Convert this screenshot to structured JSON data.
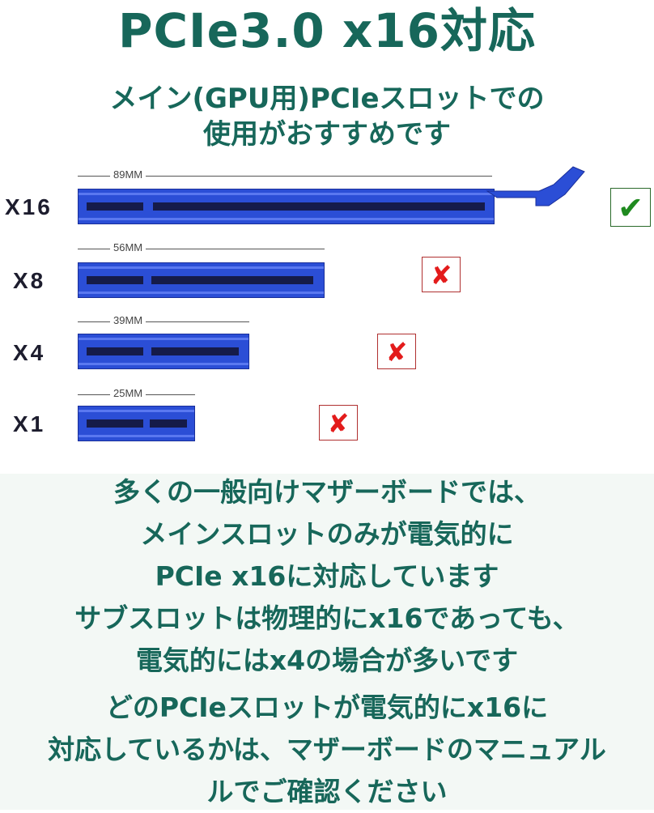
{
  "title": "PCIe3.0 x16対応",
  "subtitle": [
    "メイン(GPU用)PCIeスロットでの",
    "使用がおすすめです"
  ],
  "slots": [
    {
      "label": "X16",
      "length": "89MM",
      "status": "check-icon",
      "supported": true
    },
    {
      "label": "X8",
      "length": "56MM",
      "status": "x-icon",
      "supported": false
    },
    {
      "label": "X4",
      "length": "39MM",
      "status": "x-icon",
      "supported": false
    },
    {
      "label": "X1",
      "length": "25MM",
      "status": "x-icon",
      "supported": false
    }
  ],
  "marks": {
    "check": "✔",
    "x": "✘"
  },
  "colors": {
    "heading": "#17675a",
    "slot": "#2b4ed6",
    "x": "#e31b1b",
    "check": "#1f8a1f"
  },
  "paragraph1": [
    "多くの一般向けマザーボードでは、",
    "メインスロットのみが電気的に",
    "PCIe x16に対応しています",
    "サブスロットは物理的にx16であっても、",
    "電気的にはx4の場合が多いです"
  ],
  "paragraph2": [
    "どのPCIeスロットが電気的にx16に",
    "対応しているかは、マザーボードのマニュアル",
    "ルでご確認ください"
  ]
}
